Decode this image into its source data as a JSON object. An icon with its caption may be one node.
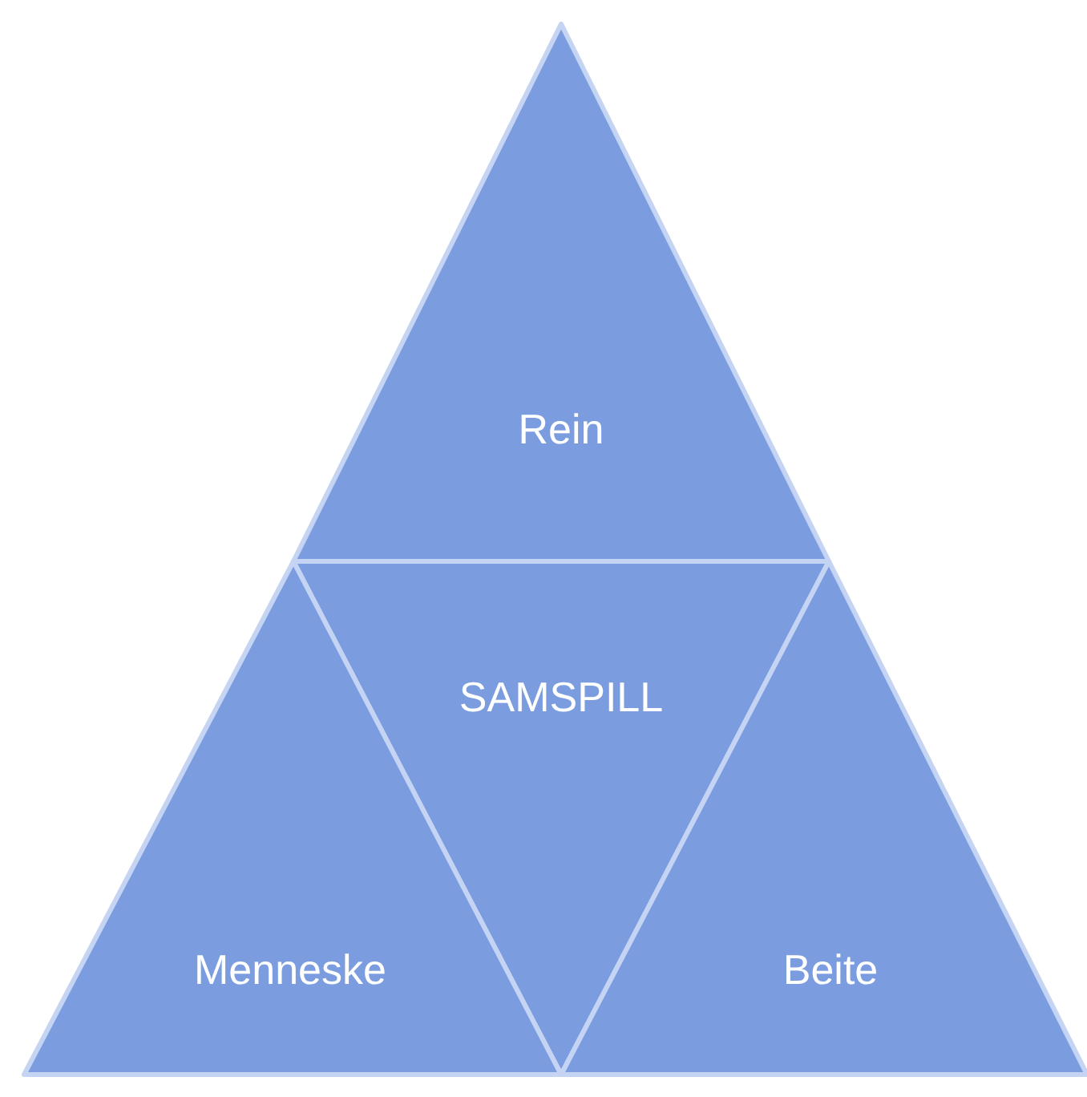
{
  "diagram": {
    "nodes": [
      {
        "text": [
          "Rein"
        ]
      },
      {
        "text": [
          "SAMSPILL"
        ]
      },
      {
        "text": [
          "Menneske"
        ]
      },
      {
        "text": [
          "Beite"
        ]
      }
    ]
  }
}
